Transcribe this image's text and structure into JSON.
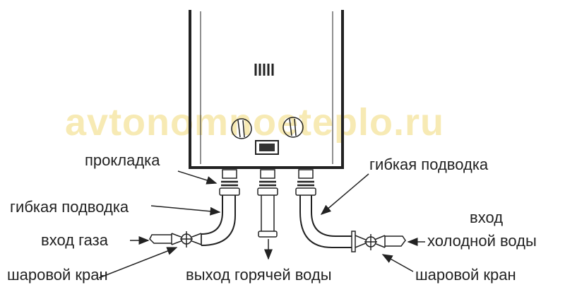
{
  "watermark": "avtonomnoeteplo.ru",
  "labels": {
    "gasket": "прокладка",
    "flex_hose_left": "гибкая подводка",
    "gas_inlet": "вход газа",
    "ball_valve_left": "шаровой кран",
    "hot_water_outlet": "выход горячей воды",
    "flex_hose_right": "гибкая подводка",
    "inlet": "вход",
    "cold_water": "холодной воды",
    "ball_valve_right": "шаровой кран"
  },
  "colors": {
    "line": "#222222",
    "watermark": "#f6e7a8"
  }
}
